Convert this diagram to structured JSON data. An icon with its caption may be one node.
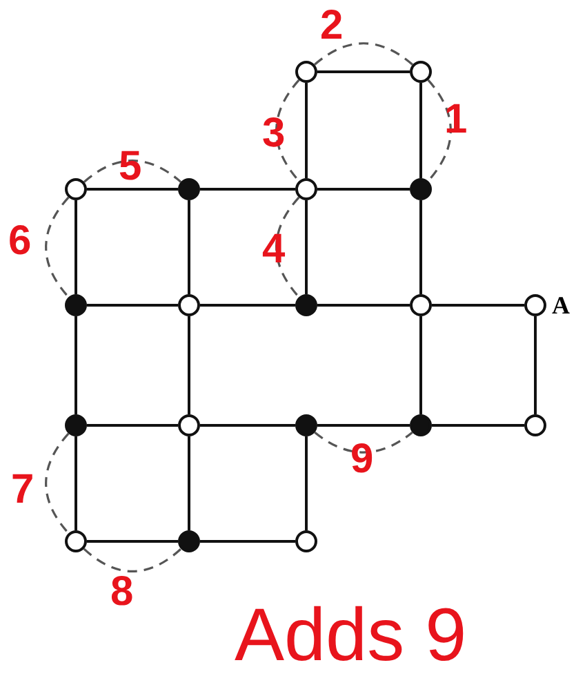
{
  "diagram": {
    "nodes": [
      {
        "text": [],
        "shape": "circle"
      },
      {
        "text": [],
        "shape": "circle"
      },
      {
        "text": [],
        "shape": "circle"
      },
      {
        "text": [],
        "shape": "circle"
      },
      {
        "text": [],
        "shape": "circle"
      },
      {
        "text": [],
        "shape": "circle"
      },
      {
        "text": [],
        "shape": "circle"
      },
      {
        "text": [],
        "shape": "circle"
      },
      {
        "text": [],
        "shape": "circle"
      },
      {
        "text": [],
        "shape": "circle"
      },
      {
        "text": [],
        "shape": "circle",
        "beside": [
          "A"
        ]
      },
      {
        "text": [],
        "shape": "circle"
      },
      {
        "text": [],
        "shape": "circle"
      },
      {
        "text": [],
        "shape": "circle"
      },
      {
        "text": [],
        "shape": "circle"
      },
      {
        "text": [],
        "shape": "circle"
      },
      {
        "text": [],
        "shape": "circle"
      },
      {
        "text": [],
        "shape": "circle"
      },
      {
        "text": [],
        "shape": "circle"
      }
    ],
    "edges": [
      {
        "from": 0,
        "to": 1,
        "arrow": "none"
      },
      {
        "from": 0,
        "to": 4,
        "arrow": "none"
      },
      {
        "from": 1,
        "to": 5,
        "arrow": "none"
      },
      {
        "from": 2,
        "to": 3,
        "arrow": "none"
      },
      {
        "from": 3,
        "to": 4,
        "arrow": "none"
      },
      {
        "from": 4,
        "to": 5,
        "arrow": "none"
      },
      {
        "from": 2,
        "to": 6,
        "arrow": "none"
      },
      {
        "from": 3,
        "to": 7,
        "arrow": "none"
      },
      {
        "from": 4,
        "to": 8,
        "arrow": "none"
      },
      {
        "from": 5,
        "to": 9,
        "arrow": "none"
      },
      {
        "from": 6,
        "to": 7,
        "arrow": "none"
      },
      {
        "from": 7,
        "to": 8,
        "arrow": "none"
      },
      {
        "from": 8,
        "to": 9,
        "arrow": "none"
      },
      {
        "from": 9,
        "to": 10,
        "arrow": "none"
      },
      {
        "from": 6,
        "to": 11,
        "arrow": "none"
      },
      {
        "from": 7,
        "to": 12,
        "arrow": "none"
      },
      {
        "from": 9,
        "to": 14,
        "arrow": "none"
      },
      {
        "from": 10,
        "to": 15,
        "arrow": "none"
      },
      {
        "from": 11,
        "to": 12,
        "arrow": "none"
      },
      {
        "from": 12,
        "to": 13,
        "arrow": "none"
      },
      {
        "from": 13,
        "to": 14,
        "arrow": "none"
      },
      {
        "from": 14,
        "to": 15,
        "arrow": "none"
      },
      {
        "from": 11,
        "to": 16,
        "arrow": "none"
      },
      {
        "from": 12,
        "to": 17,
        "arrow": "none"
      },
      {
        "from": 13,
        "to": 18,
        "arrow": "none"
      },
      {
        "from": 16,
        "to": 17,
        "arrow": "none"
      },
      {
        "from": 17,
        "to": 18,
        "arrow": "none"
      },
      {
        "from": 1,
        "to": 5,
        "arrow": "none",
        "style": "dashed",
        "label": "1"
      },
      {
        "from": 0,
        "to": 1,
        "arrow": "none",
        "style": "dashed",
        "label": "2"
      },
      {
        "from": 0,
        "to": 4,
        "arrow": "none",
        "style": "dashed",
        "label": "3"
      },
      {
        "from": 4,
        "to": 8,
        "arrow": "none",
        "style": "dashed",
        "label": "4"
      },
      {
        "from": 2,
        "to": 3,
        "arrow": "none",
        "style": "dashed",
        "label": "5"
      },
      {
        "from": 2,
        "to": 6,
        "arrow": "none",
        "style": "dashed",
        "label": "6"
      },
      {
        "from": 11,
        "to": 16,
        "arrow": "none",
        "style": "dashed",
        "label": "7"
      },
      {
        "from": 16,
        "to": 17,
        "arrow": "none",
        "style": "dashed",
        "label": "8"
      },
      {
        "from": 13,
        "to": 14,
        "arrow": "none",
        "style": "dashed",
        "label": "9"
      }
    ],
    "labels": [
      "Adds 9"
    ]
  }
}
